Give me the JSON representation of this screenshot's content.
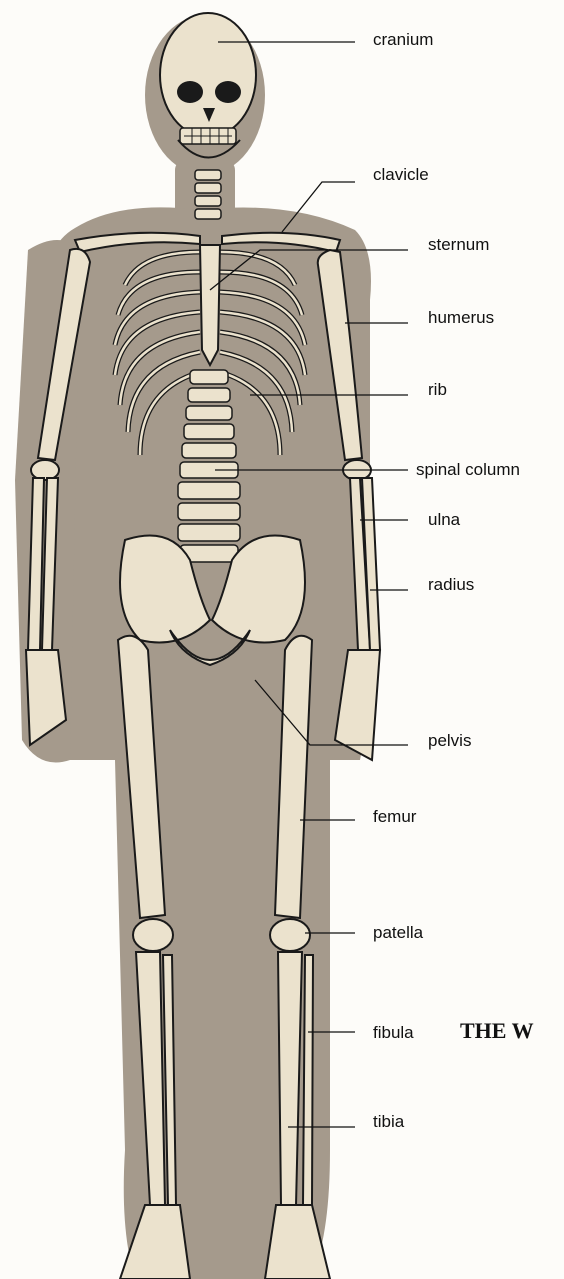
{
  "title": "THE W",
  "labels": {
    "cranium": "cranium",
    "clavicle": "clavicle",
    "sternum": "sternum",
    "humerus": "humerus",
    "rib": "rib",
    "spinal_column": "spinal column",
    "ulna": "ulna",
    "radius": "radius",
    "pelvis": "pelvis",
    "femur": "femur",
    "patella": "patella",
    "fibula": "fibula",
    "tibia": "tibia"
  },
  "colors": {
    "silhouette": "#a59a8c",
    "bone": "#ebe2cd",
    "bone_shadow": "#c9b99a",
    "outline": "#1a1a1a",
    "leader_line": "#111111"
  }
}
